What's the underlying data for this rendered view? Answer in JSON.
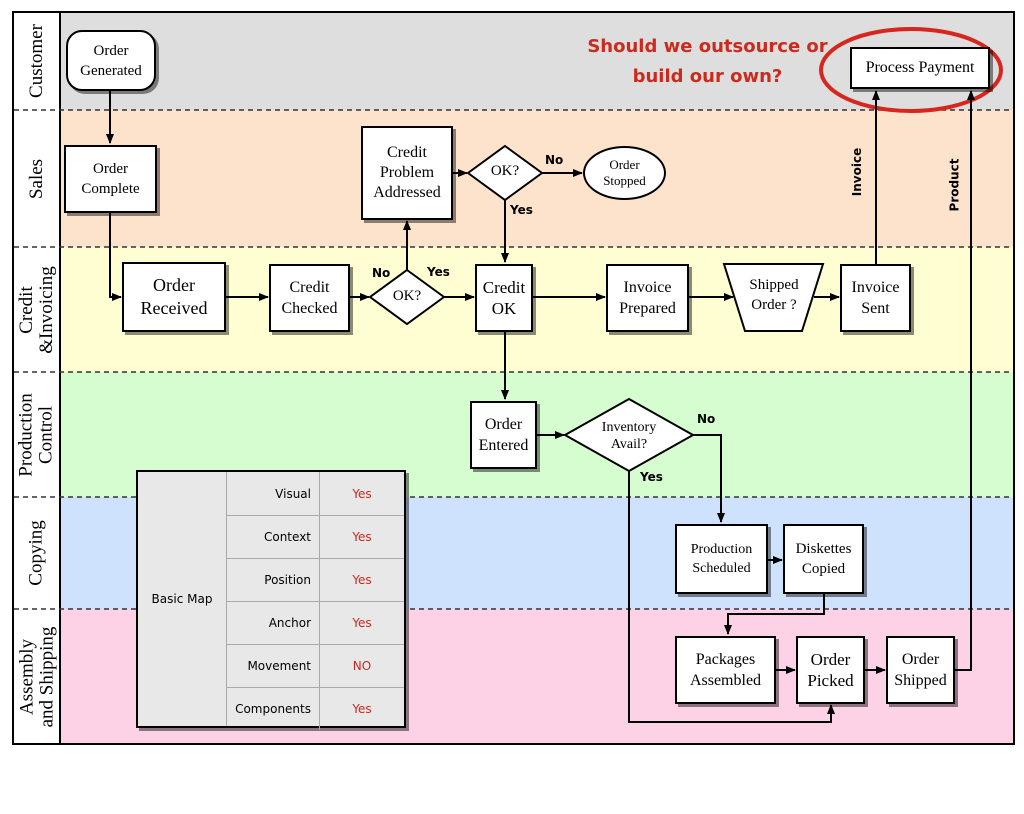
{
  "lanes": [
    {
      "label": "Customer",
      "color": "#dedede"
    },
    {
      "label": "Sales",
      "color": "#fde2cc"
    },
    {
      "label": "Credit\n&Invoicing",
      "color": "#fefed2"
    },
    {
      "label": "Production\nControl",
      "color": "#d6fdd0"
    },
    {
      "label": "Copying",
      "color": "#cfe2fd"
    },
    {
      "label": "Assembly\nand Shipping",
      "color": "#fdd2e6"
    }
  ],
  "nodes": {
    "order_generated": "Order\nGenerated",
    "process_payment": "Process Payment",
    "order_complete": "Order\nComplete",
    "credit_problem_addressed": "Credit\nProblem\nAddressed",
    "ok_sales": "OK?",
    "order_stopped": "Order\nStopped",
    "order_received": "Order\nReceived",
    "credit_checked": "Credit\nChecked",
    "ok_credit": "OK?",
    "credit_ok": "Credit\nOK",
    "invoice_prepared": "Invoice\nPrepared",
    "shipped_order": "Shipped\nOrder ?",
    "invoice_sent": "Invoice\nSent",
    "order_entered": "Order\nEntered",
    "inventory_avail": "Inventory\nAvail?",
    "production_scheduled": "Production\nScheduled",
    "diskettes_copied": "Diskettes\nCopied",
    "packages_assembled": "Packages\nAssembled",
    "order_picked": "Order\nPicked",
    "order_shipped": "Order\nShipped"
  },
  "edge_labels": {
    "no": "No",
    "yes": "Yes",
    "invoice": "Invoice",
    "product": "Product"
  },
  "note": "Should we outsource or\nbuild our own?",
  "note_color": "#cc2a1e",
  "legend": {
    "title": "Basic Map",
    "rows": [
      {
        "key": "Visual",
        "value": "Yes"
      },
      {
        "key": "Context",
        "value": "Yes"
      },
      {
        "key": "Position",
        "value": "Yes"
      },
      {
        "key": "Anchor",
        "value": "Yes"
      },
      {
        "key": "Movement",
        "value": "NO"
      },
      {
        "key": "Components",
        "value": "Yes"
      }
    ]
  }
}
